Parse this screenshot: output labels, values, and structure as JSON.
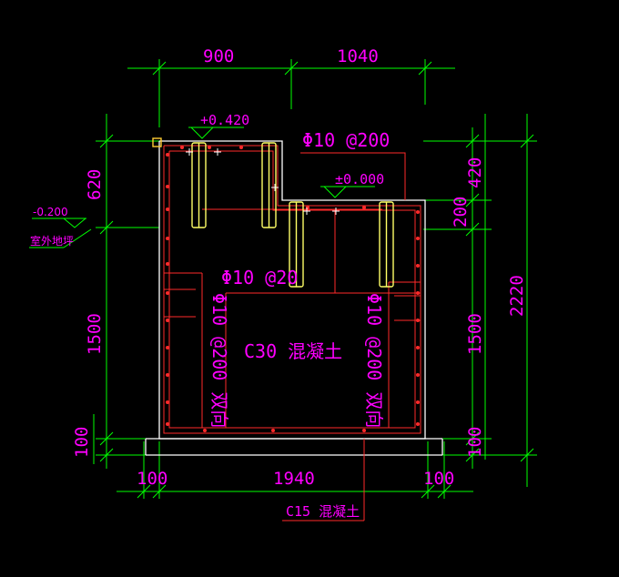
{
  "dimensions": {
    "top_left": "900",
    "top_right": "1040",
    "left_upper": "620",
    "left_lower": "1500",
    "left_bottom": "100",
    "right_upper": "420",
    "right_mid": "200",
    "right_lower": "1500",
    "right_bottom": "100",
    "right_total": "2220",
    "bottom_left": "100",
    "bottom_mid": "1940",
    "bottom_right": "100"
  },
  "elevations": {
    "top": "+0.420",
    "zero": "±0.000",
    "outdoor": "-0.200",
    "outdoor_label": "室外地坪"
  },
  "rebar_notes": {
    "top": "Φ10 @200",
    "middle": "Φ10 @20",
    "left_vertical": "Φ10 @200",
    "left_vertical_suffix": "双向",
    "right_vertical": "Φ10 @200",
    "right_vertical_suffix": "双向"
  },
  "materials": {
    "body": "C30 混凝土",
    "base": "C15 混凝土"
  },
  "colors": {
    "background": "#000000",
    "dimension_lines": "#00ff00",
    "text": "#ff00ff",
    "rebar": "#ff2a2a",
    "outline": "#ffffff",
    "anchor_bolts": "#ffff66"
  }
}
